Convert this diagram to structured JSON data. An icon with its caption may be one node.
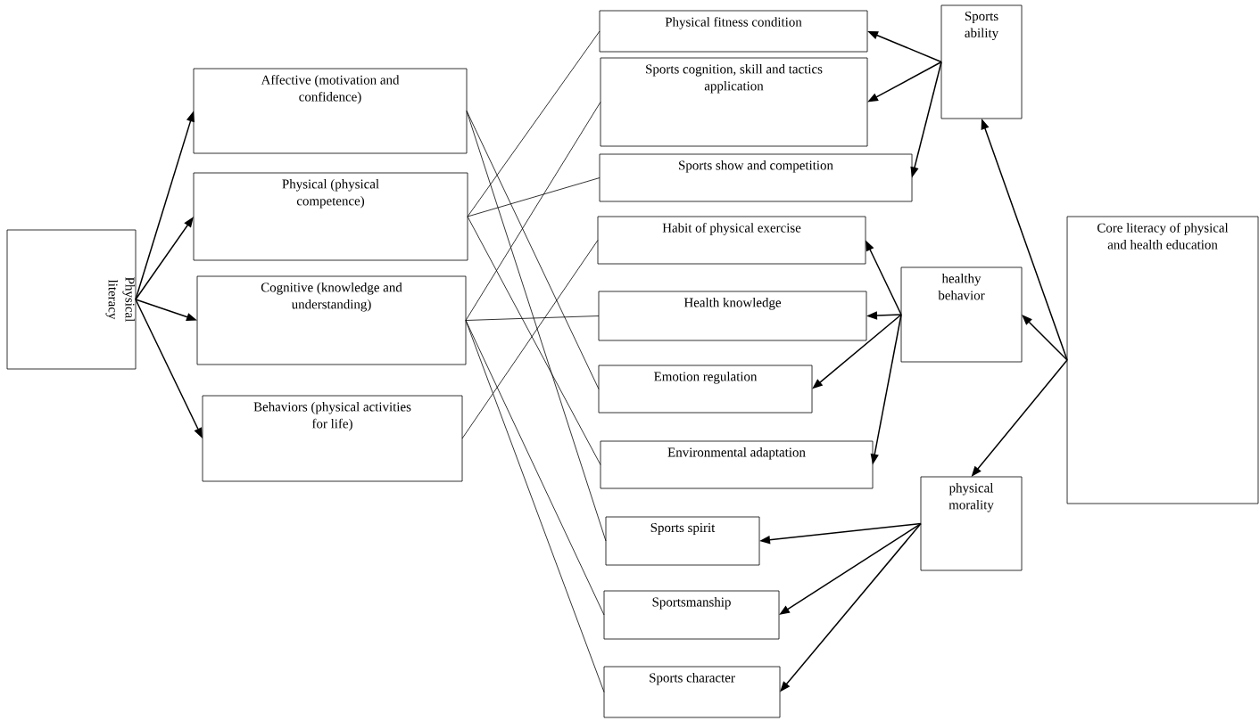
{
  "diagram": {
    "nodes": [
      {
        "text": [
          "Physical literacy"
        ]
      },
      {
        "text": [
          "Affective (motivation and confidence)"
        ]
      },
      {
        "text": [
          "Physical (physical competence)"
        ]
      },
      {
        "text": [
          "Cognitive (knowledge and understanding)"
        ]
      },
      {
        "text": [
          "Behaviors (physical activities for life)"
        ]
      },
      {
        "text": [
          "Physical fitness condition"
        ]
      },
      {
        "text": [
          "Sports cognition, skill and tactics application"
        ]
      },
      {
        "text": [
          "Sports show and competition"
        ]
      },
      {
        "text": [
          "Habit of physical exercise"
        ]
      },
      {
        "text": [
          "Health knowledge"
        ]
      },
      {
        "text": [
          "Emotion regulation"
        ]
      },
      {
        "text": [
          "Environmental adaptation"
        ]
      },
      {
        "text": [
          "Sports spirit"
        ]
      },
      {
        "text": [
          "Sportsmanship"
        ]
      },
      {
        "text": [
          "Sports character"
        ]
      },
      {
        "text": [
          "Sports ability"
        ]
      },
      {
        "text": [
          "healthy behavior"
        ]
      },
      {
        "text": [
          "physical morality"
        ]
      },
      {
        "text": [
          "Core literacy of physical and health education"
        ]
      }
    ],
    "edges": [
      {
        "from": 0,
        "to": 1,
        "arrow": "to"
      },
      {
        "from": 0,
        "to": 2,
        "arrow": "to"
      },
      {
        "from": 0,
        "to": 3,
        "arrow": "to"
      },
      {
        "from": 0,
        "to": 4,
        "arrow": "to"
      },
      {
        "from": 1,
        "to": 10,
        "arrow": "none"
      },
      {
        "from": 1,
        "to": 12,
        "arrow": "none"
      },
      {
        "from": 2,
        "to": 5,
        "arrow": "none"
      },
      {
        "from": 2,
        "to": 7,
        "arrow": "none"
      },
      {
        "from": 2,
        "to": 11,
        "arrow": "none"
      },
      {
        "from": 3,
        "to": 6,
        "arrow": "none"
      },
      {
        "from": 3,
        "to": 9,
        "arrow": "none"
      },
      {
        "from": 3,
        "to": 13,
        "arrow": "none"
      },
      {
        "from": 3,
        "to": 14,
        "arrow": "none"
      },
      {
        "from": 4,
        "to": 8,
        "arrow": "none"
      },
      {
        "from": 15,
        "to": 5,
        "arrow": "to"
      },
      {
        "from": 15,
        "to": 6,
        "arrow": "to"
      },
      {
        "from": 15,
        "to": 7,
        "arrow": "to"
      },
      {
        "from": 16,
        "to": 8,
        "arrow": "to"
      },
      {
        "from": 16,
        "to": 9,
        "arrow": "to"
      },
      {
        "from": 16,
        "to": 10,
        "arrow": "to"
      },
      {
        "from": 16,
        "to": 11,
        "arrow": "to"
      },
      {
        "from": 17,
        "to": 12,
        "arrow": "to"
      },
      {
        "from": 17,
        "to": 13,
        "arrow": "to"
      },
      {
        "from": 17,
        "to": 14,
        "arrow": "to"
      },
      {
        "from": 18,
        "to": 15,
        "arrow": "to"
      },
      {
        "from": 18,
        "to": 16,
        "arrow": "to"
      },
      {
        "from": 18,
        "to": 17,
        "arrow": "to"
      }
    ]
  }
}
